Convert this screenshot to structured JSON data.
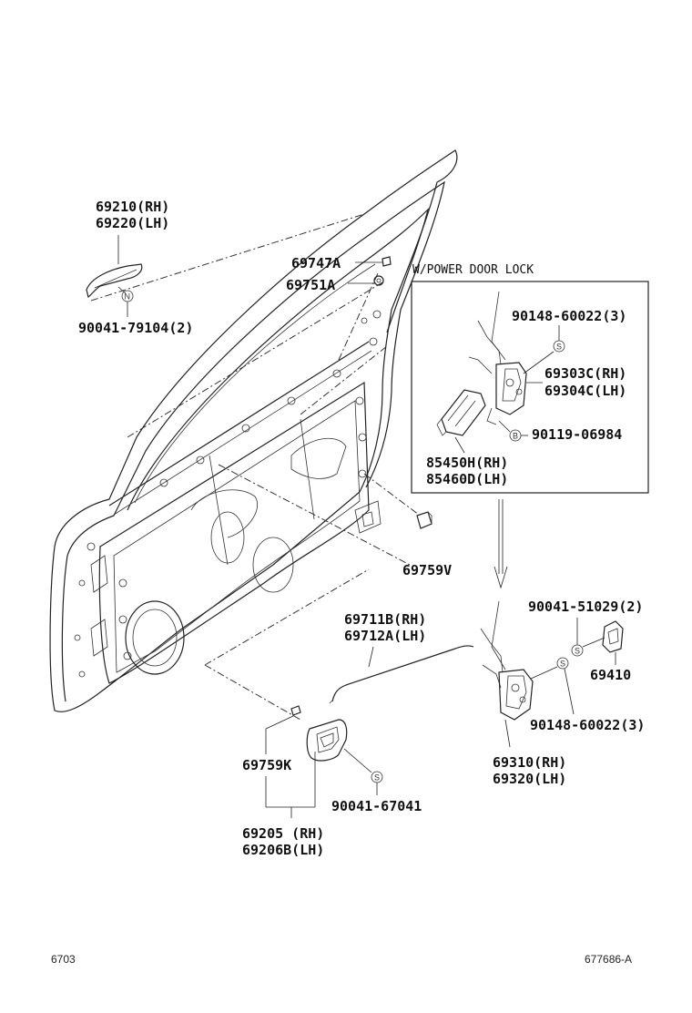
{
  "labels": {
    "handle_outer_rh": "69210(RH)",
    "handle_outer_lh": "69220(LH)",
    "screw_handle": "90041-79104(2)",
    "p69747a": "69747A",
    "p69751a": "69751A",
    "power_lock_title": "W/POWER DOOR LOCK",
    "screw_box_1": "90148-60022(3)",
    "lock_rh_box": "69303C(RH)",
    "lock_lh_box": "69304C(LH)",
    "bolt_box": "90119-06984",
    "motor_rh": "85450H(RH)",
    "motor_lh": "85460D(LH)",
    "p69759v": "69759V",
    "rod_rh": "69711B(RH)",
    "rod_lh": "69712A(LH)",
    "screw_striker": "90041-51029(2)",
    "striker": "69410",
    "screw_lock": "90148-60022(3)",
    "lock_rh": "69310(RH)",
    "lock_lh": "69320(LH)",
    "p69759k": "69759K",
    "screw_inner": "90041-67041",
    "inner_handle_rh": "69205 (RH)",
    "inner_handle_lh": "69206B(LH)",
    "footer_left": "6703",
    "footer_right": "677686-A"
  },
  "symbols": {
    "n": "N",
    "s": "S",
    "b": "B"
  }
}
